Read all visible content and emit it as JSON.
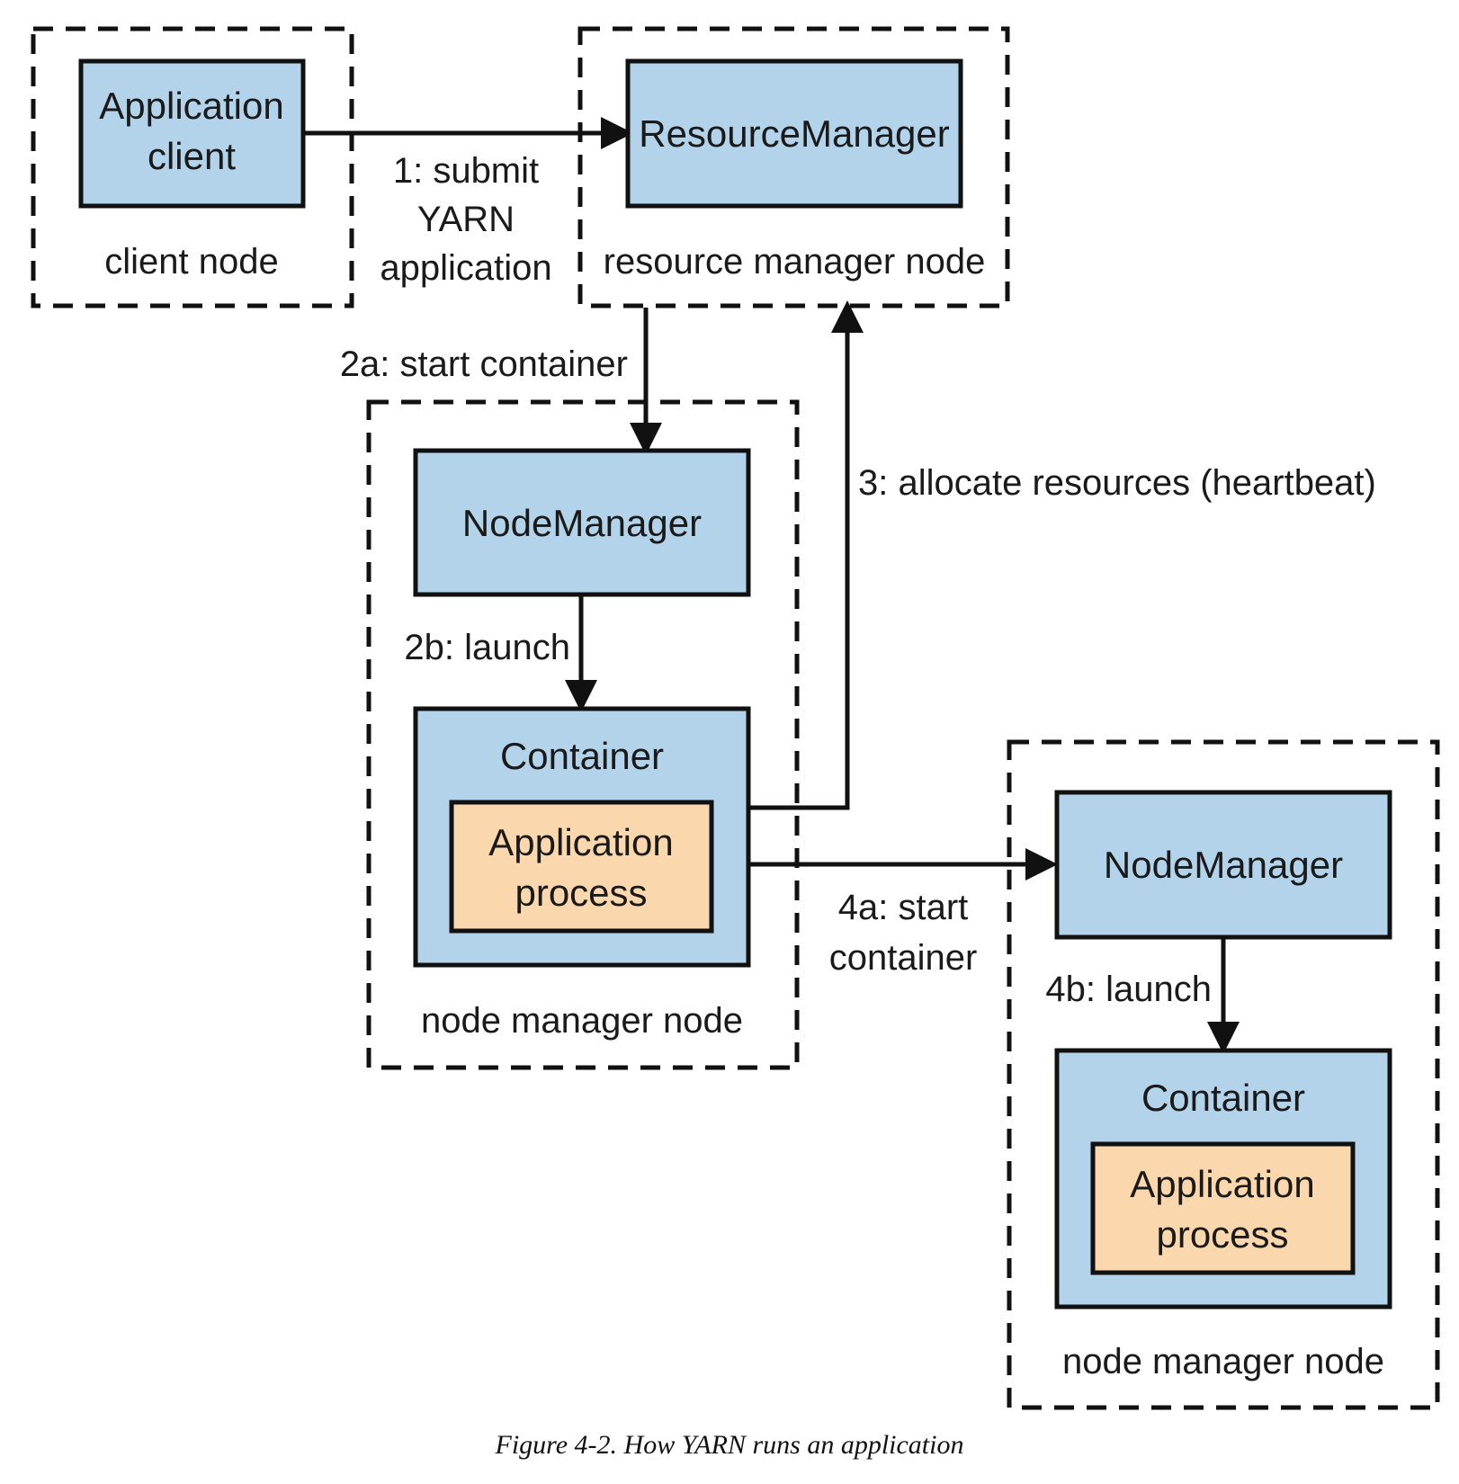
{
  "diagram": {
    "client_node": {
      "label": "client node",
      "app_client": [
        "Application",
        "client"
      ]
    },
    "rm_node": {
      "label": "resource manager node",
      "rm": "ResourceManager"
    },
    "nm_node_1": {
      "label": "node manager node",
      "nodemanager": "NodeManager",
      "container": "Container",
      "process": [
        "Application",
        "process"
      ]
    },
    "nm_node_2": {
      "label": "node manager node",
      "nodemanager": "NodeManager",
      "container": "Container",
      "process": [
        "Application",
        "process"
      ]
    },
    "steps": {
      "s1": [
        "1: submit",
        "YARN",
        "application"
      ],
      "s2a": "2a: start container",
      "s2b": "2b: launch",
      "s3": "3: allocate resources (heartbeat)",
      "s4a": [
        "4a: start",
        "container"
      ],
      "s4b": "4b: launch"
    }
  },
  "caption": "Figure 4-2. How YARN runs an application"
}
